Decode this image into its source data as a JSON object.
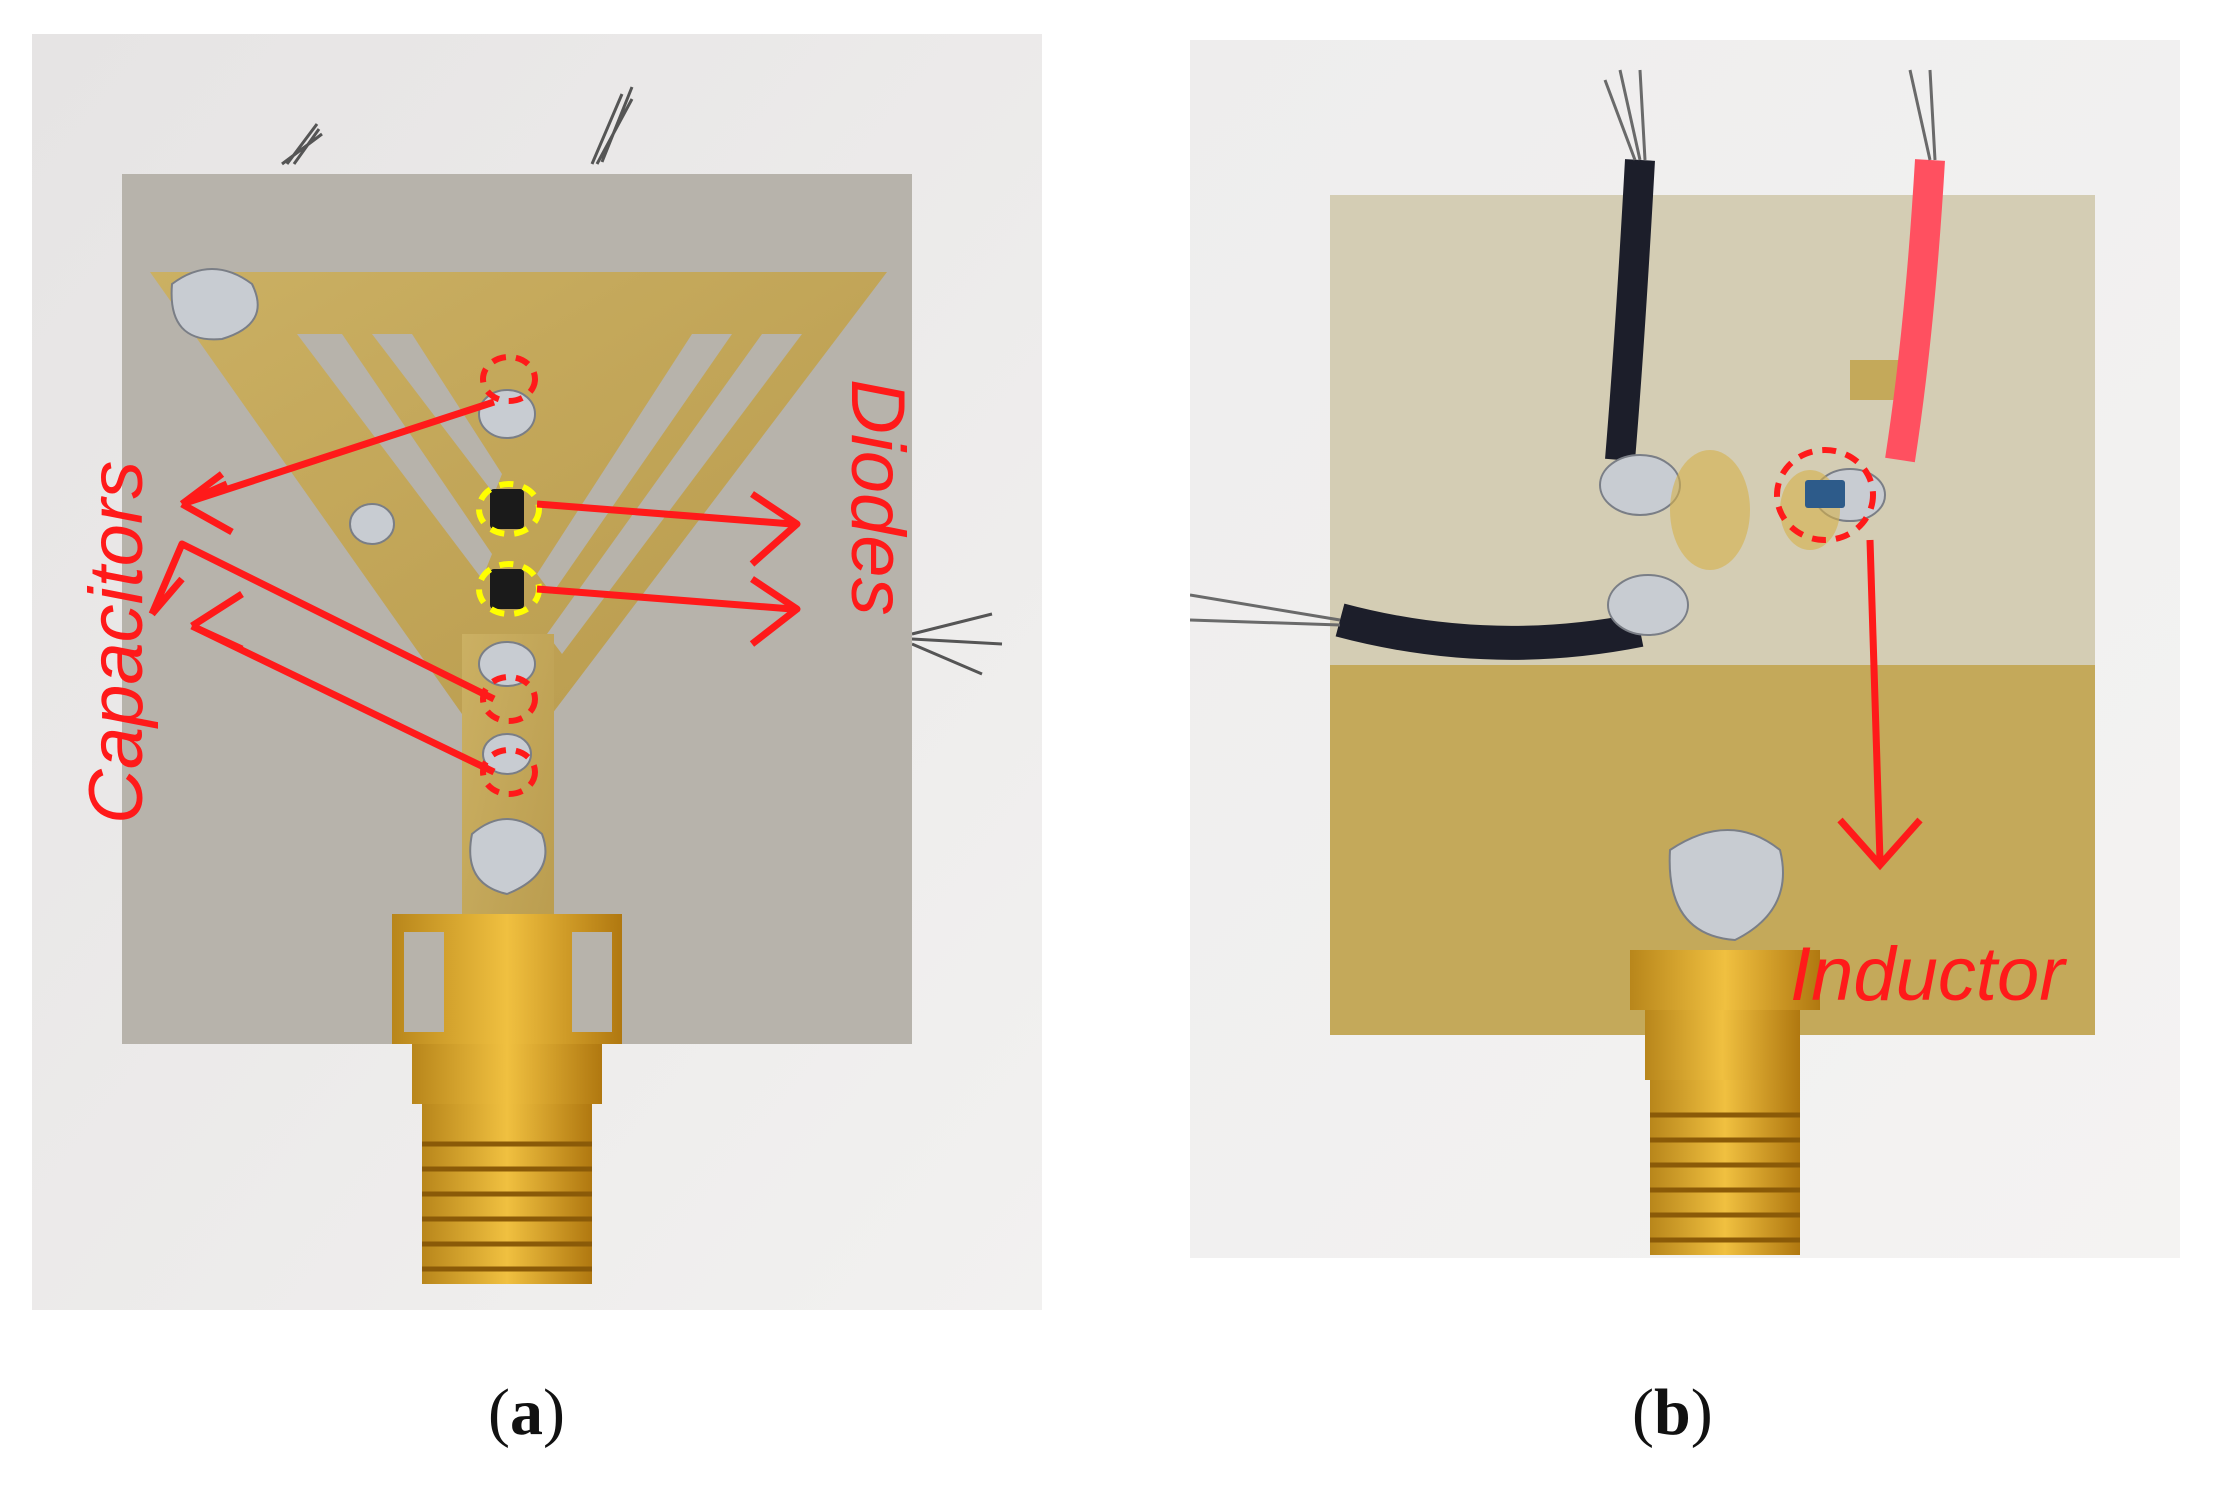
{
  "figure": {
    "panels": [
      {
        "id": "a",
        "caption_open": "(",
        "caption_letter": "a",
        "caption_close": ")",
        "annotations": {
          "capacitors": "Capacitors",
          "diodes": "Diodes"
        }
      },
      {
        "id": "b",
        "caption_open": "(",
        "caption_letter": "b",
        "caption_close": ")",
        "annotations": {
          "inductor": "Inductor"
        }
      }
    ],
    "colors": {
      "annotation": "#ff1a1a",
      "highlight_secondary": "#ffff00",
      "substrate": "#b7b3ab",
      "copper": "#c4a95a",
      "connector_gold": "#d9a520",
      "background_photo": "#eceaea",
      "wire_red": "#ff5060",
      "wire_black": "#1c1e2a"
    }
  }
}
